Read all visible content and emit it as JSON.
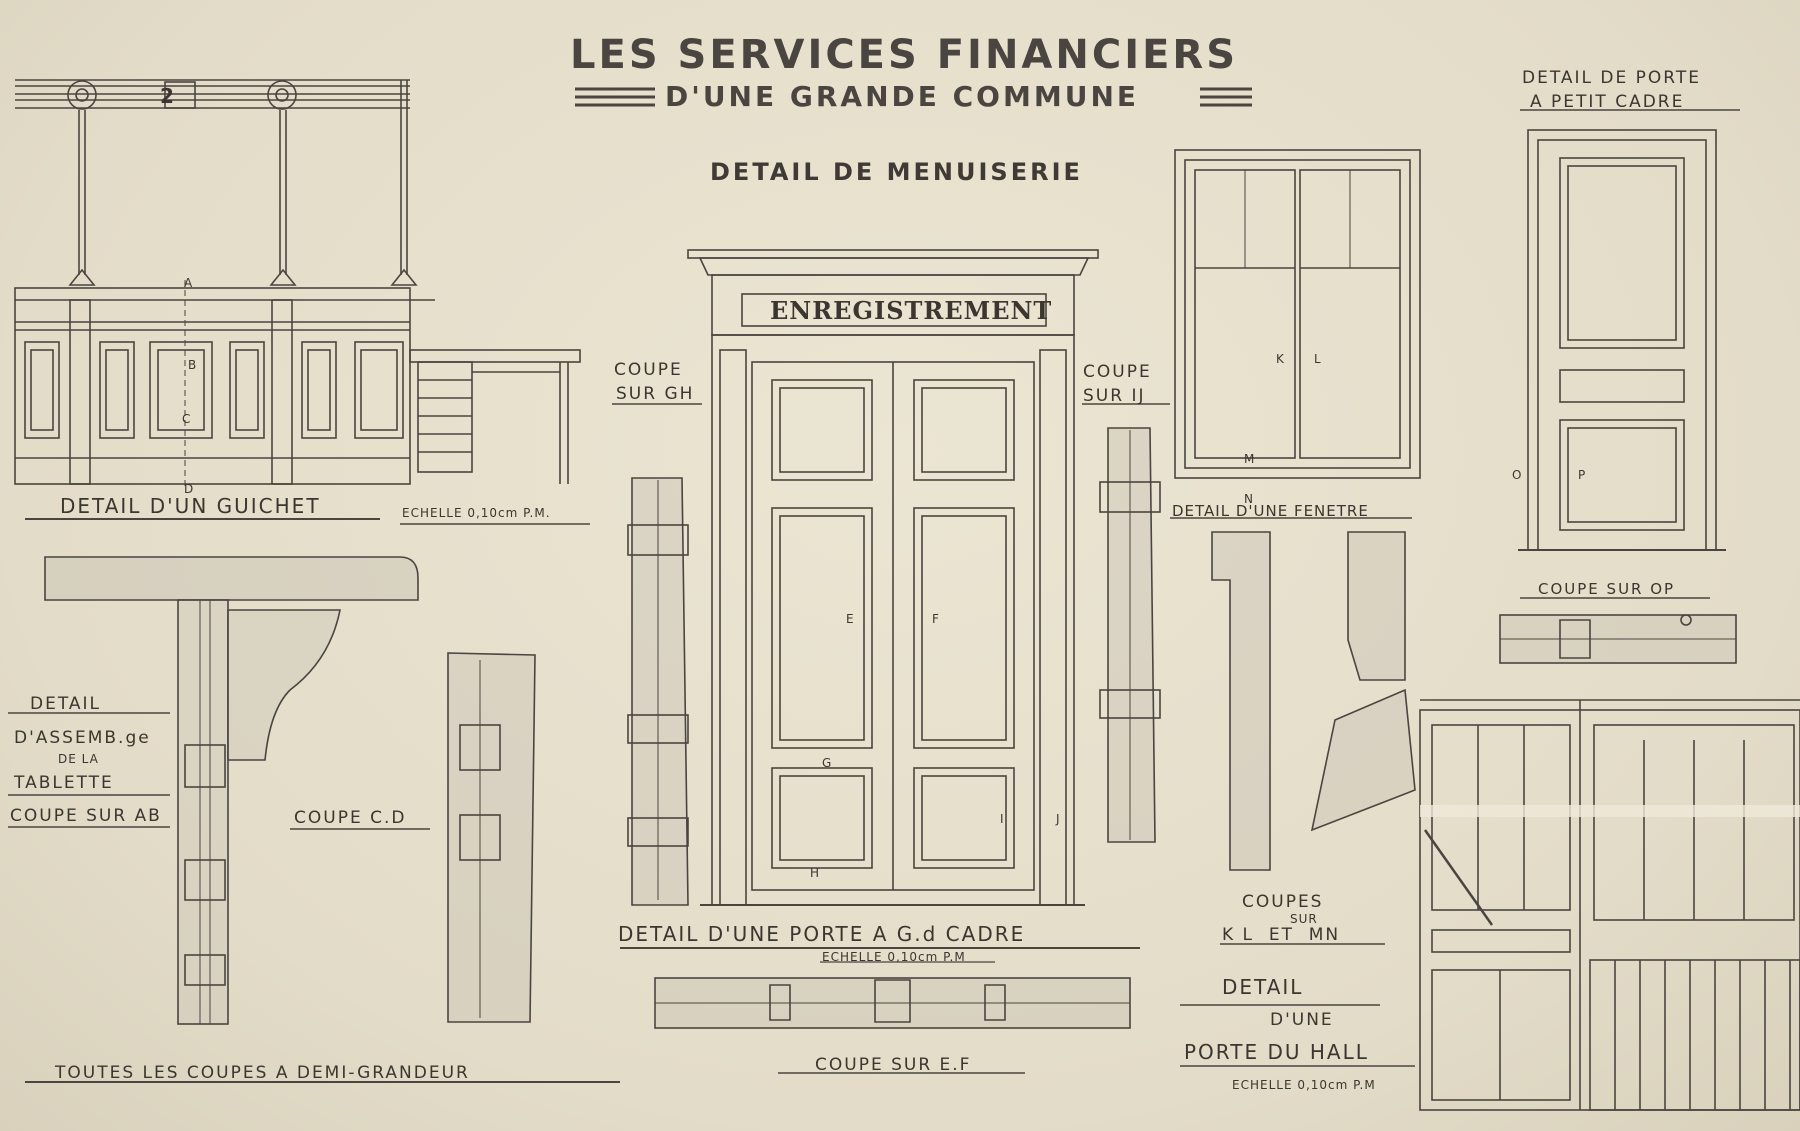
{
  "title": {
    "line1": "LES SERVICES FINANCIERS",
    "line2": "D'UNE GRANDE COMMUNE",
    "subtitle": "DETAIL DE MENUISERIE"
  },
  "labels": {
    "guichet": "DETAIL D'UN GUICHET",
    "guichet_scale": "ECHELLE 0,10cm P.M.",
    "assemblage": [
      "DETAIL",
      "D'ASSEMB.ge",
      "DE LA",
      "TABLETTE",
      "COUPE SUR AB"
    ],
    "coupe_cd": "COUPE C.D",
    "toutes_coupes": "TOUTES LES COUPES A DEMI-GRANDEUR",
    "coupe_gh": [
      "COUPE",
      "SUR GH"
    ],
    "porte_inscription": "ENREGISTREMENT",
    "porte_cadre": "DETAIL D'UNE PORTE A G.d CADRE",
    "porte_scale": "ECHELLE 0,10cm P.M",
    "coupe_ef": "COUPE SUR E.F",
    "coupe_ij": [
      "COUPE",
      "SUR IJ"
    ],
    "fenetre": "DETAIL D'UNE FENETRE",
    "coupes_kl_mn": [
      "COUPES",
      "SUR",
      "K L  ET  MN"
    ],
    "porte_hall": [
      "DETAIL",
      "D'UNE",
      "PORTE DU HALL"
    ],
    "hall_scale": "ECHELLE 0,10cm P.M",
    "petit_cadre": [
      "DETAIL DE PORTE",
      "A PETIT CADRE"
    ],
    "coupe_op": "COUPE SUR OP",
    "guichet_number": "2"
  },
  "section_letters": [
    "A",
    "B",
    "C",
    "D",
    "E",
    "F",
    "G",
    "H",
    "I",
    "J",
    "K",
    "L",
    "M",
    "N",
    "O",
    "P"
  ],
  "colors": {
    "paper": "#e6dfcd",
    "ink": "#4a4540",
    "wash": "#c9c3b6"
  }
}
